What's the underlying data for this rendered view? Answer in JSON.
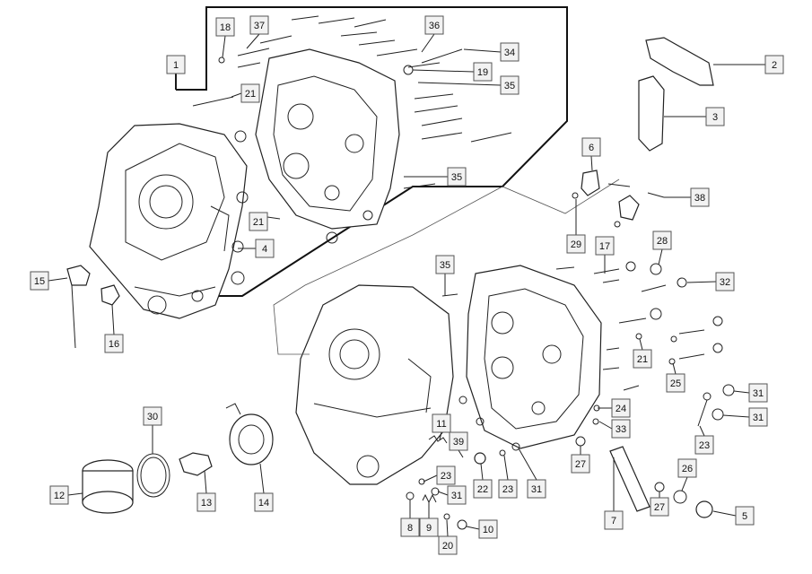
{
  "diagram": {
    "type": "exploded-parts-diagram",
    "callouts": [
      {
        "id": "c1",
        "label": "1"
      },
      {
        "id": "c2",
        "label": "2"
      },
      {
        "id": "c3",
        "label": "3"
      },
      {
        "id": "c4",
        "label": "4"
      },
      {
        "id": "c5",
        "label": "5"
      },
      {
        "id": "c6",
        "label": "6"
      },
      {
        "id": "c7",
        "label": "7"
      },
      {
        "id": "c8",
        "label": "8"
      },
      {
        "id": "c9",
        "label": "9"
      },
      {
        "id": "c10",
        "label": "10"
      },
      {
        "id": "c11",
        "label": "11"
      },
      {
        "id": "c12",
        "label": "12"
      },
      {
        "id": "c13",
        "label": "13"
      },
      {
        "id": "c14",
        "label": "14"
      },
      {
        "id": "c15",
        "label": "15"
      },
      {
        "id": "c16",
        "label": "16"
      },
      {
        "id": "c17",
        "label": "17"
      },
      {
        "id": "c18",
        "label": "18"
      },
      {
        "id": "c19",
        "label": "19"
      },
      {
        "id": "c20",
        "label": "20"
      },
      {
        "id": "c21a",
        "label": "21"
      },
      {
        "id": "c21b",
        "label": "21"
      },
      {
        "id": "c21c",
        "label": "21"
      },
      {
        "id": "c22",
        "label": "22"
      },
      {
        "id": "c23a",
        "label": "23"
      },
      {
        "id": "c23b",
        "label": "23"
      },
      {
        "id": "c23c",
        "label": "23"
      },
      {
        "id": "c24",
        "label": "24"
      },
      {
        "id": "c25",
        "label": "25"
      },
      {
        "id": "c26",
        "label": "26"
      },
      {
        "id": "c27a",
        "label": "27"
      },
      {
        "id": "c27b",
        "label": "27"
      },
      {
        "id": "c28",
        "label": "28"
      },
      {
        "id": "c29",
        "label": "29"
      },
      {
        "id": "c30",
        "label": "30"
      },
      {
        "id": "c31a",
        "label": "31"
      },
      {
        "id": "c31b",
        "label": "31"
      },
      {
        "id": "c31c",
        "label": "31"
      },
      {
        "id": "c31d",
        "label": "31"
      },
      {
        "id": "c32",
        "label": "32"
      },
      {
        "id": "c33",
        "label": "33"
      },
      {
        "id": "c34",
        "label": "34"
      },
      {
        "id": "c35a",
        "label": "35"
      },
      {
        "id": "c35b",
        "label": "35"
      },
      {
        "id": "c35c",
        "label": "35"
      },
      {
        "id": "c36",
        "label": "36"
      },
      {
        "id": "c37",
        "label": "37"
      },
      {
        "id": "c38",
        "label": "38"
      },
      {
        "id": "c39",
        "label": "39"
      }
    ]
  }
}
